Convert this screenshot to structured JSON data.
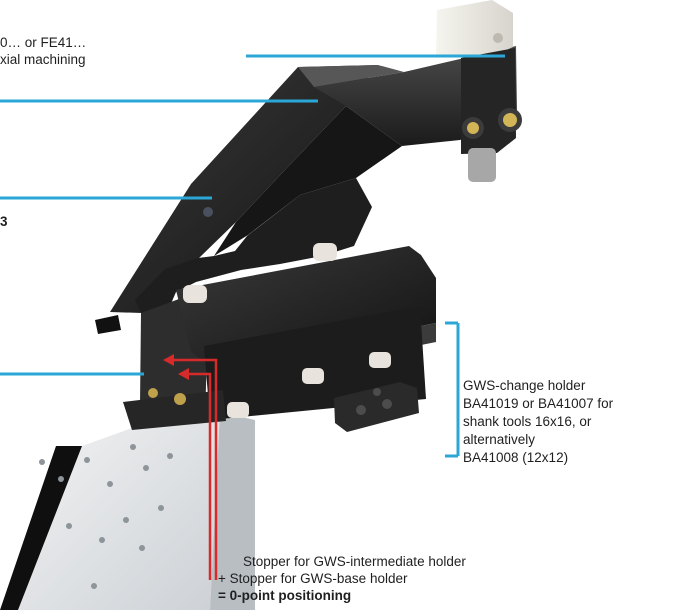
{
  "labels": {
    "top_left": {
      "line1": "0… or FE41…",
      "line2": "xial machining"
    },
    "left_num": "3",
    "gws_change": {
      "line1": "GWS-change holder",
      "line2": "BA41019 or BA41007 for",
      "line3": "shank tools 16x16, or",
      "line4": "alternatively",
      "line5": "BA41008 (12x12)"
    },
    "stopper": {
      "line1": "Stopper for GWS-intermediate holder",
      "line2": "+ Stopper for GWS-base holder",
      "line3": "= 0-point positioning"
    }
  },
  "colors": {
    "callout_blue": "#2aa7d6",
    "arrow_red": "#d72a2a",
    "machine_dark": "#232323",
    "base_light": "#e7e9eb"
  }
}
